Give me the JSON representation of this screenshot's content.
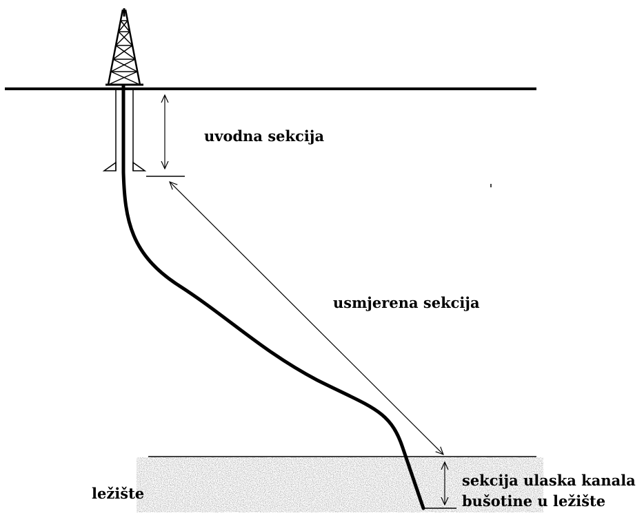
{
  "labels": {
    "surface_section": "uvodna sekcija",
    "directional_section": "usmjerena sekcija",
    "reservoir": "ležište",
    "entry_section_line1": "sekcija ulaska kanala",
    "entry_section_line2": "bušotine u ležište"
  },
  "colors": {
    "line": "#000000",
    "background": "#ffffff",
    "reservoir_speckle": "#8c8c8c"
  }
}
